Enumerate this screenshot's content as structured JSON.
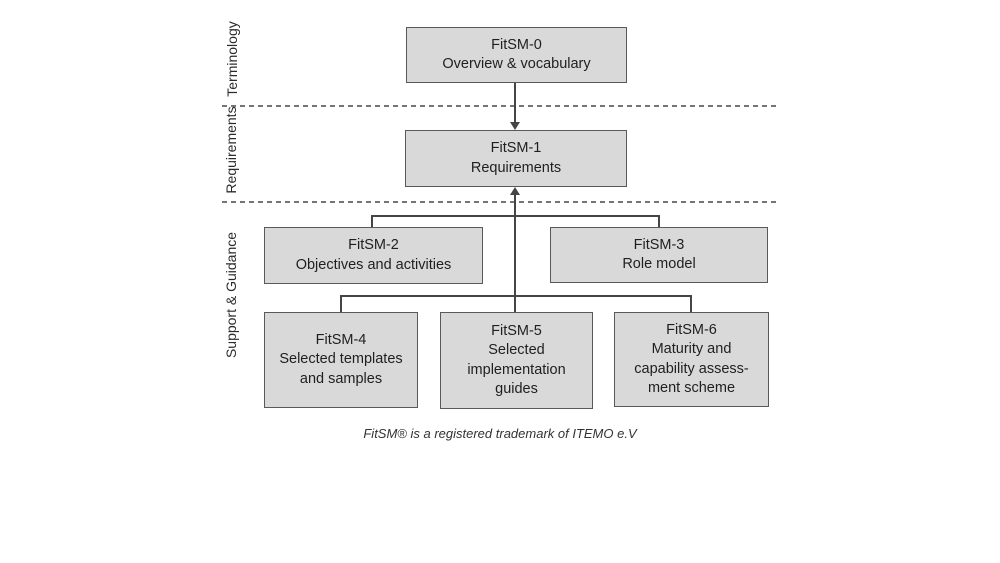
{
  "diagram": {
    "sections": [
      {
        "label": "Terminology"
      },
      {
        "label": "Requirements"
      },
      {
        "label": "Support & Guidance"
      }
    ],
    "boxes": [
      {
        "code": "FitSM-0",
        "title_lines": [
          "Overview & vocabulary"
        ]
      },
      {
        "code": "FitSM-1",
        "title_lines": [
          "Requirements"
        ]
      },
      {
        "code": "FitSM-2",
        "title_lines": [
          "Objectives and activities"
        ]
      },
      {
        "code": "FitSM-3",
        "title_lines": [
          "Role model"
        ]
      },
      {
        "code": "FitSM-4",
        "title_lines": [
          "Selected templates",
          "and samples"
        ]
      },
      {
        "code": "FitSM-5",
        "title_lines": [
          "Selected",
          "implementation",
          "guides"
        ]
      },
      {
        "code": "FitSM-6",
        "title_lines": [
          "Maturity and",
          "capability assess-",
          "ment scheme"
        ]
      }
    ],
    "footer": "FitSM® is a registered trademark of ITEMO e.V",
    "colors": {
      "box_fill": "#d9d9d9",
      "box_border": "#595959",
      "connector": "#454545",
      "dashed_line": "#757575",
      "text": "#1f1f1f"
    }
  }
}
